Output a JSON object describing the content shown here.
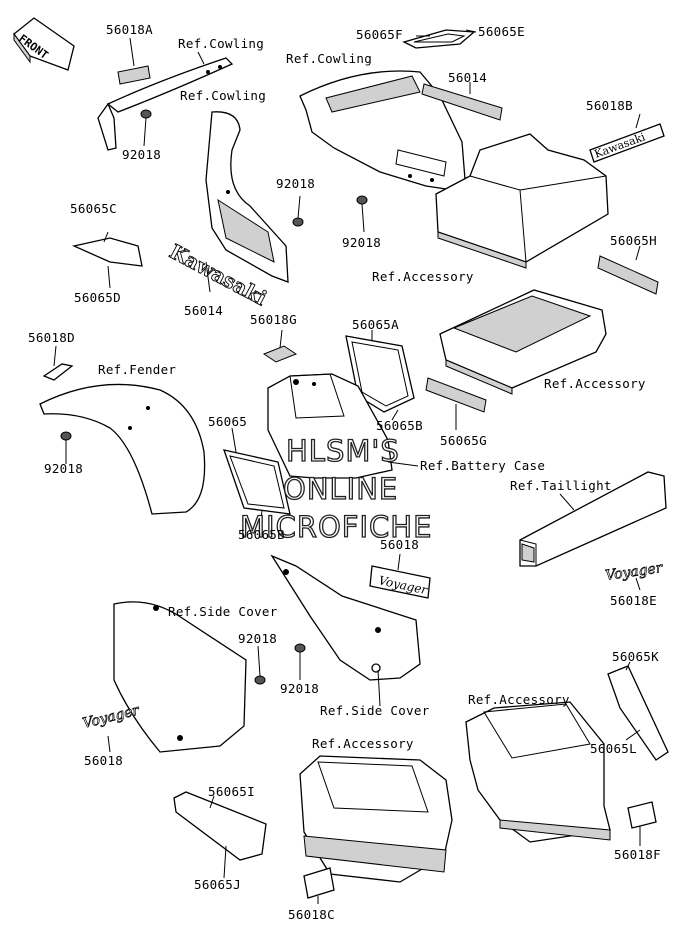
{
  "diagram": {
    "front_badge": "FRONT",
    "watermark": [
      "HLSM'S",
      "ONLINE",
      "MICROFICHE"
    ],
    "labels": [
      {
        "key": "l01",
        "text": "56018A"
      },
      {
        "key": "l02",
        "text": "Ref.Cowling"
      },
      {
        "key": "l03",
        "text": "Ref.Cowling"
      },
      {
        "key": "l04",
        "text": "56065F"
      },
      {
        "key": "l05",
        "text": "56065E"
      },
      {
        "key": "l06",
        "text": "56014"
      },
      {
        "key": "l07",
        "text": "Ref.Cowling"
      },
      {
        "key": "l08",
        "text": "56018B"
      },
      {
        "key": "l09",
        "text": "92018"
      },
      {
        "key": "l10",
        "text": "92018"
      },
      {
        "key": "l11",
        "text": "92018"
      },
      {
        "key": "l12",
        "text": "56065C"
      },
      {
        "key": "l13",
        "text": "56065H"
      },
      {
        "key": "l14",
        "text": "Ref.Accessory"
      },
      {
        "key": "l15",
        "text": "56065D"
      },
      {
        "key": "l16",
        "text": "56014"
      },
      {
        "key": "l17",
        "text": "56018G"
      },
      {
        "key": "l18",
        "text": "56065A"
      },
      {
        "key": "l19",
        "text": "56018D"
      },
      {
        "key": "l20",
        "text": "Ref.Fender"
      },
      {
        "key": "l21",
        "text": "Ref.Accessory"
      },
      {
        "key": "l22",
        "text": "56065"
      },
      {
        "key": "l23",
        "text": "56065B"
      },
      {
        "key": "l24",
        "text": "56065G"
      },
      {
        "key": "l25",
        "text": "92018"
      },
      {
        "key": "l26",
        "text": "Ref.Battery Case"
      },
      {
        "key": "l27",
        "text": "Ref.Taillight"
      },
      {
        "key": "l28",
        "text": "56065B"
      },
      {
        "key": "l29",
        "text": "56018"
      },
      {
        "key": "l30",
        "text": "56018E"
      },
      {
        "key": "l31",
        "text": "Ref.Side Cover"
      },
      {
        "key": "l32",
        "text": "92018"
      },
      {
        "key": "l33",
        "text": "56065K"
      },
      {
        "key": "l34",
        "text": "92018"
      },
      {
        "key": "l35",
        "text": "Ref.Accessory"
      },
      {
        "key": "l36",
        "text": "Ref.Side Cover"
      },
      {
        "key": "l37",
        "text": "56065L"
      },
      {
        "key": "l38",
        "text": "Ref.Accessory"
      },
      {
        "key": "l39",
        "text": "56018"
      },
      {
        "key": "l40",
        "text": "56065I"
      },
      {
        "key": "l41",
        "text": "56018F"
      },
      {
        "key": "l42",
        "text": "56065J"
      },
      {
        "key": "l43",
        "text": "56018C"
      }
    ],
    "emblems": {
      "kawasaki": "Kawasaki",
      "voyager": "Voyager"
    }
  }
}
